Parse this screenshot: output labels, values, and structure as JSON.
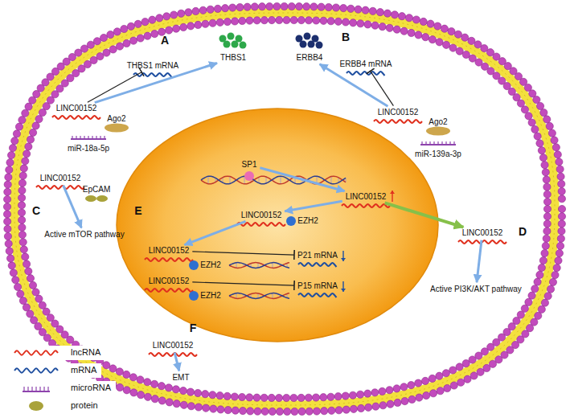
{
  "diagram": {
    "nodes": [
      {
        "text": [
          "THBS1 mRNA"
        ]
      },
      {
        "text": [
          "THBS1"
        ]
      },
      {
        "text": [
          "ERBB4 mRNA"
        ]
      },
      {
        "text": [
          "ERBB4"
        ]
      },
      {
        "text": [
          "LINC00152"
        ]
      },
      {
        "text": [
          "Ago2"
        ]
      },
      {
        "text": [
          "miR-18a-5p"
        ]
      },
      {
        "text": [
          "LINC00152"
        ]
      },
      {
        "text": [
          "Ago2"
        ]
      },
      {
        "text": [
          "miR-139a-3p"
        ]
      },
      {
        "text": [
          "SP1"
        ]
      },
      {
        "text": [
          "LINC00152"
        ]
      },
      {
        "text": [
          "LINC00152"
        ]
      },
      {
        "text": [
          "EZH2"
        ]
      },
      {
        "text": [
          "LINC00152"
        ]
      },
      {
        "text": [
          "EZH2"
        ]
      },
      {
        "text": [
          "P21 mRNA"
        ]
      },
      {
        "text": [
          "LINC00152"
        ]
      },
      {
        "text": [
          "EZH2"
        ]
      },
      {
        "text": [
          "P15 mRNA"
        ]
      },
      {
        "text": [
          "LINC00152"
        ]
      },
      {
        "text": [
          "EpCAM"
        ]
      },
      {
        "text": [
          "Active mTOR pathway"
        ]
      },
      {
        "text": [
          "LINC00152"
        ]
      },
      {
        "text": [
          "Active PI3K/AKT pathway"
        ]
      },
      {
        "text": [
          "LINC00152"
        ]
      },
      {
        "text": [
          "EMT"
        ]
      }
    ],
    "edges": [
      {
        "from": 4,
        "to": 0,
        "arrow": "to"
      },
      {
        "from": 4,
        "to": 1,
        "arrow": "to"
      },
      {
        "from": 7,
        "to": 2,
        "arrow": "to"
      },
      {
        "from": 7,
        "to": 3,
        "arrow": "to"
      },
      {
        "from": 10,
        "to": 11,
        "arrow": "to"
      },
      {
        "from": 11,
        "to": 23,
        "arrow": "to"
      },
      {
        "from": 23,
        "to": 24,
        "arrow": "to"
      },
      {
        "from": 20,
        "to": 22,
        "arrow": "to"
      },
      {
        "from": 25,
        "to": 26,
        "arrow": "to"
      },
      {
        "from": 11,
        "to": 12,
        "arrow": "to"
      },
      {
        "from": 12,
        "to": 14,
        "arrow": "to"
      },
      {
        "from": 14,
        "to": 16,
        "arrow": "to"
      },
      {
        "from": 17,
        "to": 19,
        "arrow": "to"
      }
    ],
    "labels": [
      "A",
      "B",
      "C",
      "D",
      "E",
      "F"
    ],
    "legend": [
      {
        "text": "lncRNA"
      },
      {
        "text": "mRNA"
      },
      {
        "text": "microRNA"
      },
      {
        "text": "protein"
      }
    ]
  }
}
